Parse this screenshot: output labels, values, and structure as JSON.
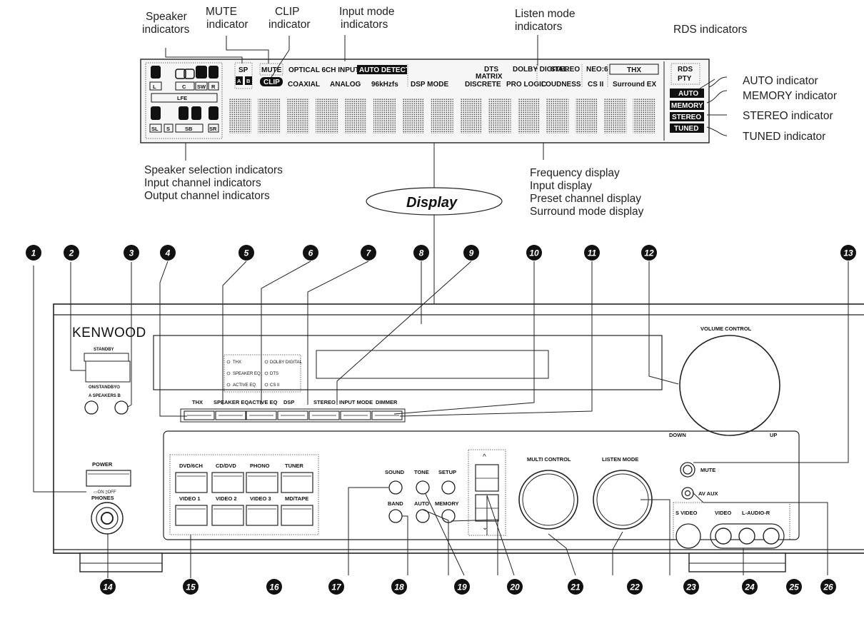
{
  "callouts": {
    "speaker_ind_1": "Speaker",
    "speaker_ind_2": "indicators",
    "mute_ind_1": "MUTE",
    "mute_ind_2": "indicator",
    "clip_ind_1": "CLIP",
    "clip_ind_2": "indicator",
    "input_mode_1": "Input mode",
    "input_mode_2": "indicators",
    "listen_mode_1": "Listen mode",
    "listen_mode_2": "indicators",
    "rds": "RDS indicators",
    "auto": "AUTO indicator",
    "memory": "MEMORY indicator",
    "stereo": "STEREO indicator",
    "tuned": "TUNED indicator",
    "speaker_sel_1": "Speaker selection indicators",
    "speaker_sel_2": "Input channel indicators",
    "speaker_sel_3": "Output channel indicators",
    "freq_1": "Frequency display",
    "freq_2": "Input display",
    "freq_3": "Preset channel display",
    "freq_4": "Surround mode display",
    "display_title": "Display"
  },
  "vfd": {
    "sp": "SP",
    "a": "A",
    "b": "B",
    "mute": "MUTE",
    "clip": "CLIP",
    "optical": "OPTICAL 6CH INPUT",
    "auto_detect": "AUTO DETECT",
    "coaxial": "COAXIAL",
    "analog": "ANALOG",
    "khz": "96kHzfs",
    "dsp_mode": "DSP MODE",
    "dts": "DTS",
    "matrix": "MATRIX",
    "discrete": "DISCRETE",
    "dolby": "DOLBY DIGITAL",
    "pro_logic": "PRO LOGIC",
    "stereo": "STEREO",
    "loudness": "LOUDNESS",
    "neo6": "NEO:6",
    "cs2": "CS II",
    "thx": "THX",
    "surround_ex": "Surround EX",
    "rds": "RDS",
    "pty": "PTY",
    "auto": "AUTO",
    "memory": "MEMORY",
    "stereo_side": "STEREO",
    "tuned": "TUNED",
    "ch_l": "L",
    "ch_c": "C",
    "ch_sw": "SW",
    "ch_r": "R",
    "ch_lfe": "LFE",
    "ch_sl": "SL",
    "ch_s": "S",
    "ch_sb": "SB",
    "ch_sr": "SR"
  },
  "receiver": {
    "brand": "KENWOOD",
    "standby": "STANDBY",
    "on_standby": "ON/STANDBY⏻",
    "speakers": "A SPEAKERS B",
    "led_thx": "THX",
    "led_dolby": "DOLBY DIGITAL",
    "led_speaker_eq": "SPEAKER EQ",
    "led_dts": "DTS",
    "led_active_eq": "ACTIVE EQ",
    "led_cs2": "CS II",
    "btn_thx": "THX",
    "btn_speaker_eq": "SPEAKER EQ",
    "btn_active_eq": "ACTIVE EQ",
    "btn_dsp": "DSP",
    "btn_stereo": "STEREO",
    "btn_input_mode": "INPUT MODE",
    "btn_dimmer": "DIMMER",
    "volume": "VOLUME CONTROL",
    "down": "DOWN",
    "up": "UP",
    "power": "POWER",
    "on_off": "▭ON  ▯OFF",
    "phones": "PHONES",
    "src_dvd6ch": "DVD/6CH",
    "src_cddvd": "CD/DVD",
    "src_phono": "PHONO",
    "src_tuner": "TUNER",
    "src_video1": "VIDEO 1",
    "src_video2": "VIDEO 2",
    "src_video3": "VIDEO 3",
    "src_mdtape": "MD/TAPE",
    "sound": "SOUND",
    "tone": "TONE",
    "setup": "SETUP",
    "band": "BAND",
    "auto": "AUTO",
    "memory": "MEMORY",
    "multi_control": "MULTI CONTROL",
    "listen_mode": "LISTEN MODE",
    "mute": "MUTE",
    "av_aux": "AV AUX",
    "s_video": "S VIDEO",
    "video": "VIDEO",
    "l_audio_r": "L-AUDIO-R"
  },
  "numbers": {
    "n1": "1",
    "n2": "2",
    "n3": "3",
    "n4": "4",
    "n5": "5",
    "n6": "6",
    "n7": "7",
    "n8": "8",
    "n9": "9",
    "n10": "10",
    "n11": "11",
    "n12": "12",
    "n13": "13",
    "n14": "14",
    "n15": "15",
    "n16": "16",
    "n17": "17",
    "n18": "18",
    "n19": "19",
    "n20": "20",
    "n21": "21",
    "n22": "22",
    "n23": "23",
    "n24": "24",
    "n25": "25",
    "n26": "26"
  },
  "colors": {
    "line": "#222222",
    "panel_fill": "#f4f4f4",
    "badge": "#111111"
  }
}
